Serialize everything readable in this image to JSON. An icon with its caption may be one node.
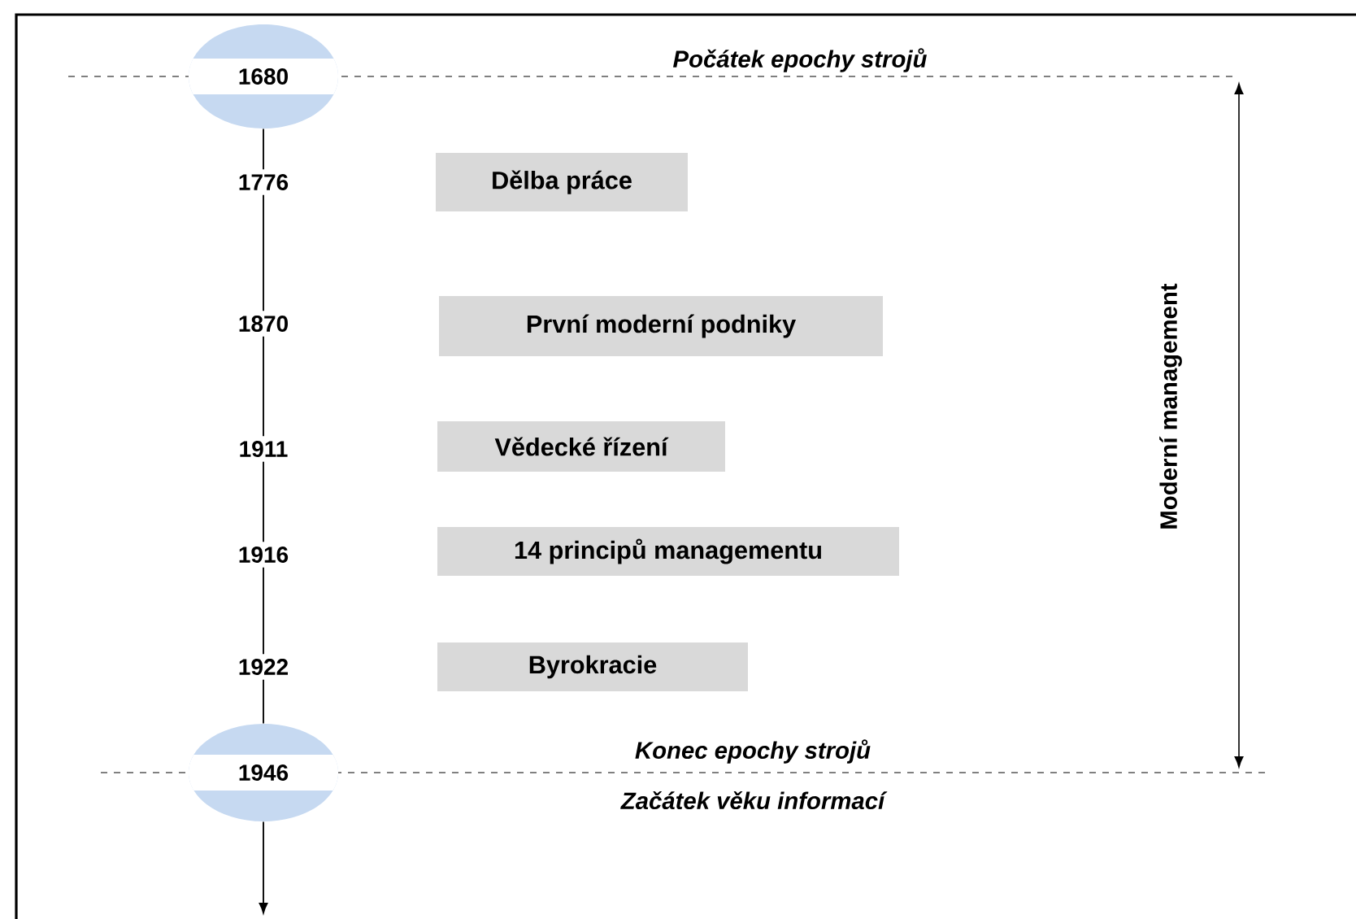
{
  "diagram": {
    "nodes": [
      {
        "text": [
          "1680"
        ]
      },
      {
        "text": [
          "1776"
        ]
      },
      {
        "text": [
          "Dělba práce"
        ]
      },
      {
        "text": [
          "1870"
        ]
      },
      {
        "text": [
          "První moderní podniky"
        ]
      },
      {
        "text": [
          "1911"
        ]
      },
      {
        "text": [
          "Vědecké řízení"
        ]
      },
      {
        "text": [
          "1916"
        ]
      },
      {
        "text": [
          "14 principů managementu"
        ]
      },
      {
        "text": [
          "1922"
        ]
      },
      {
        "text": [
          "Byrokracie"
        ]
      },
      {
        "text": [
          "1946"
        ]
      }
    ],
    "edges": [
      {
        "from": 0,
        "to": 1,
        "arrow": "none"
      },
      {
        "from": 1,
        "to": 3,
        "arrow": "none"
      },
      {
        "from": 3,
        "to": 5,
        "arrow": "none"
      },
      {
        "from": 5,
        "to": 7,
        "arrow": "none"
      },
      {
        "from": 7,
        "to": 9,
        "arrow": "none"
      },
      {
        "from": 9,
        "to": 11,
        "arrow": "none"
      },
      {
        "from": 11,
        "to": null,
        "arrow": "to"
      }
    ],
    "labels": [
      "Počátek epochy strojů",
      "Moderní management",
      "Konec epochy strojů",
      "Začátek věku informací"
    ]
  }
}
